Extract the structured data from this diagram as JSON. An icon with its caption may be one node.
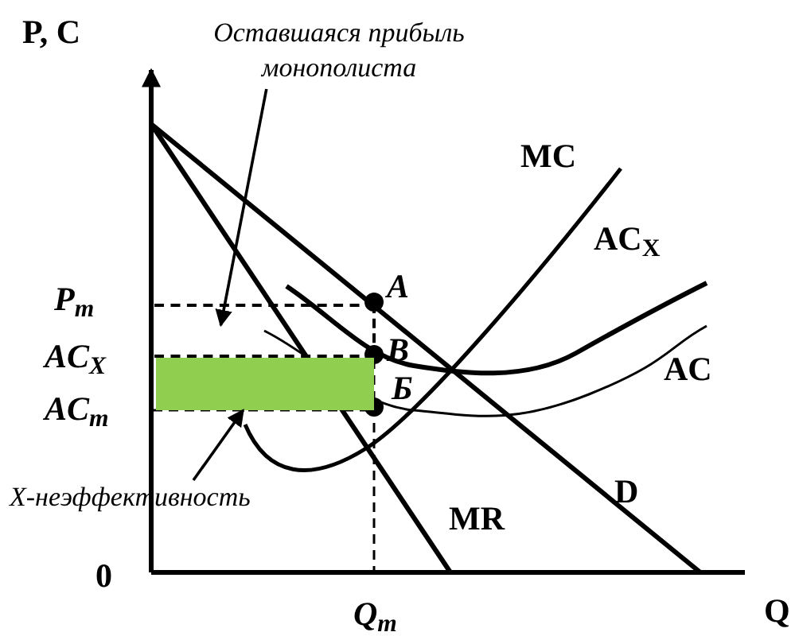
{
  "diagram": {
    "nodes": [
      {
        "text": [
          "Оставшаяся прибыль монополиста"
        ]
      },
      {
        "text": [
          "X-неэффективность"
        ]
      },
      {
        "text": [],
        "shape": "box"
      },
      {
        "text": [],
        "shape": "box"
      }
    ],
    "edges": [
      {
        "from": 0,
        "to": 2,
        "arrow": "to"
      },
      {
        "from": 1,
        "to": 3,
        "arrow": "to"
      }
    ],
    "labels": [
      "P, C",
      "MC",
      "AC$_{X}$",
      "A",
      "P$_{m}$",
      "AC$_{X}$",
      "B",
      "AC",
      "AC$_{m}$",
      "Б",
      "D",
      "MR",
      "0",
      "Q$_{m}$",
      "Q"
    ]
  }
}
